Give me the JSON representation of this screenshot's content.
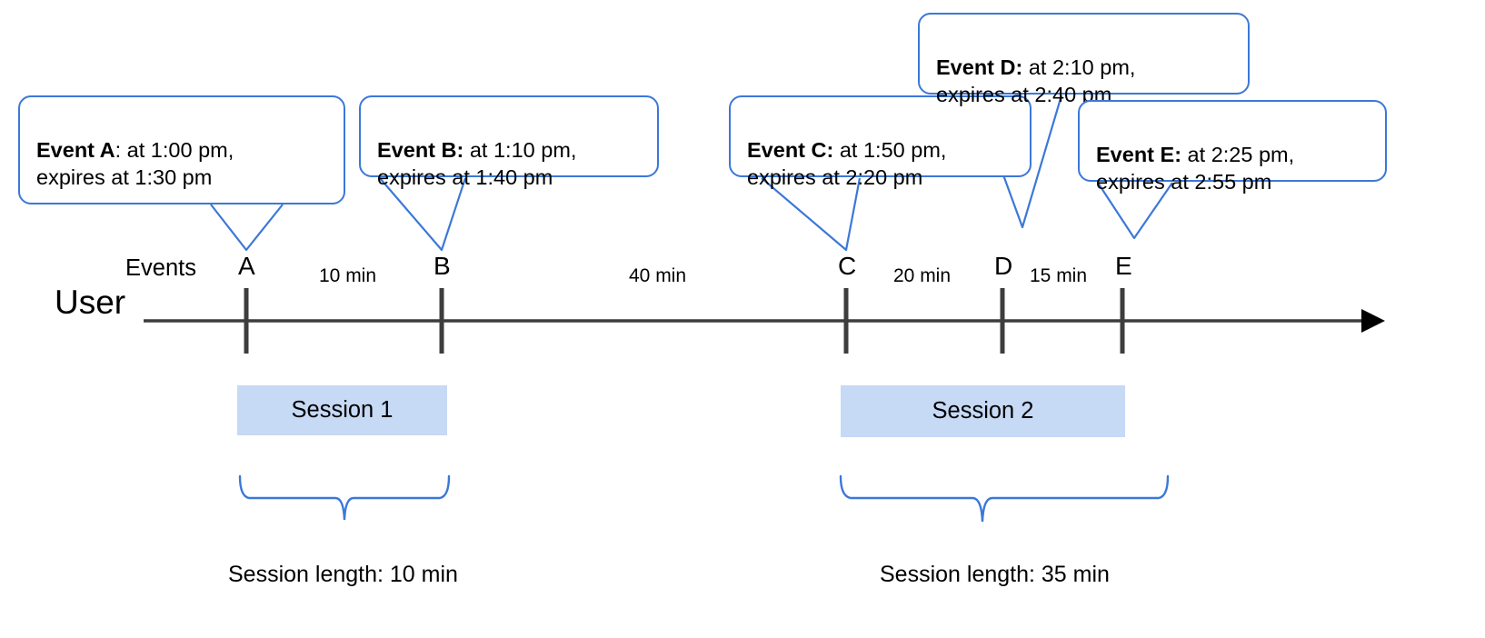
{
  "diagram": {
    "title_labels": {
      "user_axis": "User",
      "events_row": "Events"
    },
    "axis": {
      "arrow_direction": "right",
      "color": "#3d3d3d"
    },
    "accent_color": "#3c78d8",
    "session_fill_color": "#c6d9f5",
    "events": [
      {
        "id": "A",
        "marker": "A",
        "callout_bold": "Event A",
        "callout_rest": ": at 1:00 pm,\nexpires at 1:30 pm",
        "time": "1:00 pm",
        "expires": "1:30 pm"
      },
      {
        "id": "B",
        "marker": "B",
        "callout_bold": "Event B:",
        "callout_rest": " at 1:10 pm,\nexpires at 1:40 pm",
        "time": "1:10 pm",
        "expires": "1:40 pm"
      },
      {
        "id": "C",
        "marker": "C",
        "callout_bold": "Event C:",
        "callout_rest": " at 1:50 pm,\nexpires at 2:20 pm",
        "time": "1:50 pm",
        "expires": "2:20 pm"
      },
      {
        "id": "D",
        "marker": "D",
        "callout_bold": "Event D:",
        "callout_rest": " at 2:10 pm,\nexpires at 2:40 pm",
        "time": "2:10 pm",
        "expires": "2:40 pm"
      },
      {
        "id": "E",
        "marker": "E",
        "callout_bold": "Event E:",
        "callout_rest": " at 2:25 pm,\nexpires at 2:55 pm",
        "time": "2:25 pm",
        "expires": "2:55 pm"
      }
    ],
    "intervals": [
      {
        "from": "A",
        "to": "B",
        "label": "10 min"
      },
      {
        "from": "B",
        "to": "C",
        "label": "40 min"
      },
      {
        "from": "C",
        "to": "D",
        "label": "20 min"
      },
      {
        "from": "D",
        "to": "E",
        "label": "15 min"
      }
    ],
    "sessions": [
      {
        "name": "Session 1",
        "caption": "Session length: 10 min",
        "events": [
          "A",
          "B"
        ]
      },
      {
        "name": "Session 2",
        "caption": "Session length: 35 min",
        "events": [
          "C",
          "D",
          "E"
        ]
      }
    ]
  }
}
